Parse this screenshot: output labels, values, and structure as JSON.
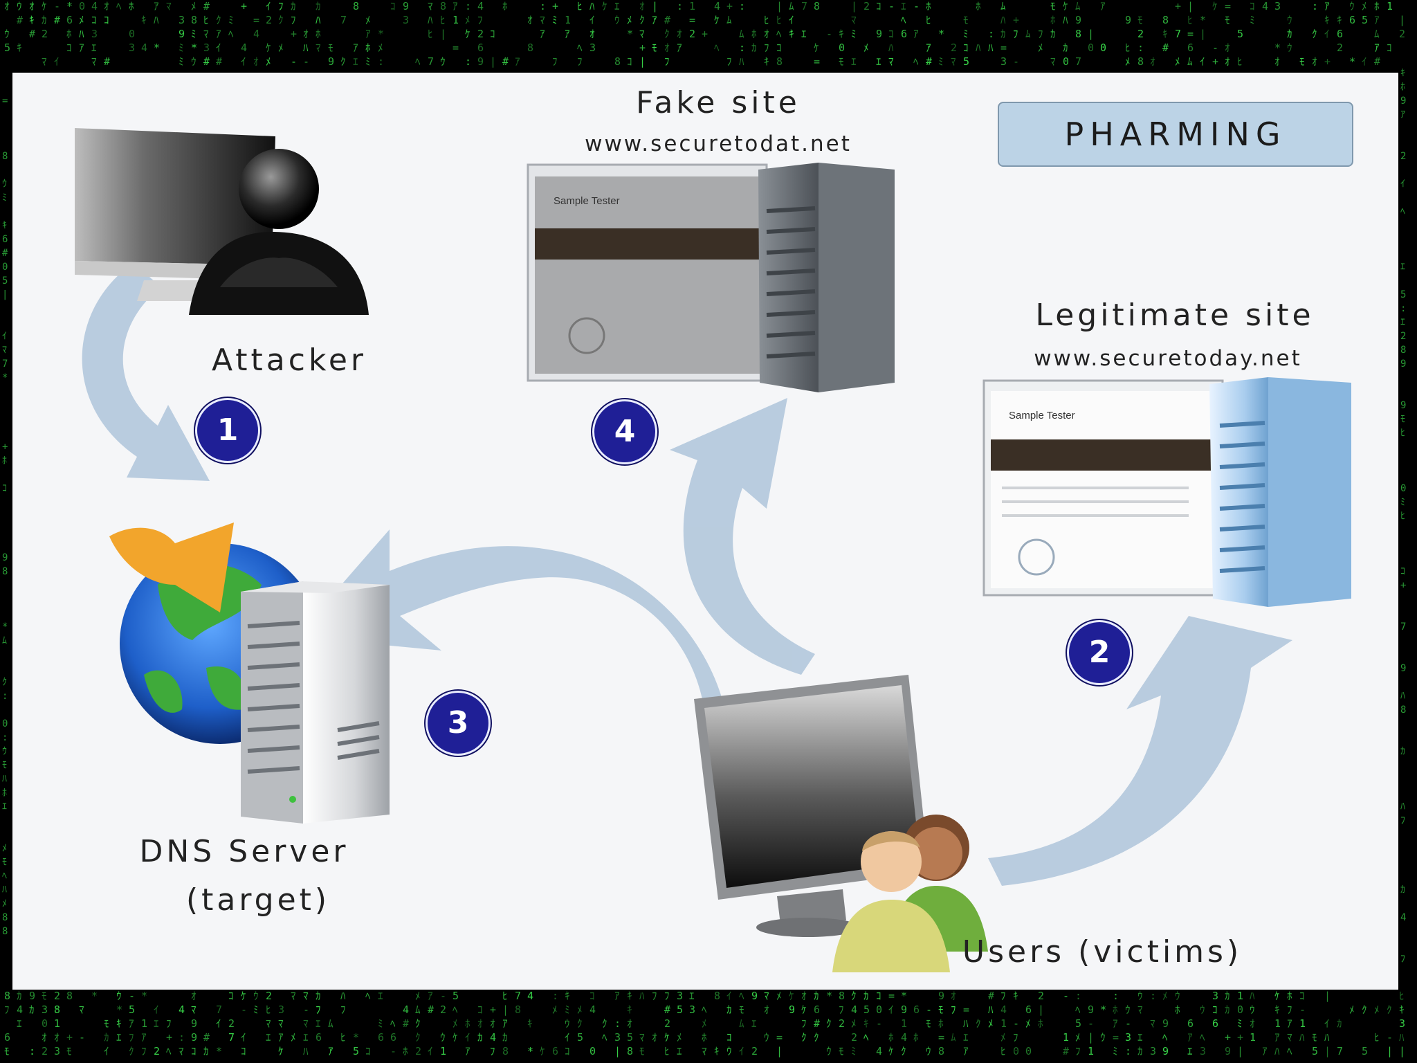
{
  "title": "PHARMING",
  "nodes": {
    "attacker": {
      "label": "Attacker"
    },
    "dns": {
      "label_line1": "DNS Server",
      "label_line2": "(target)"
    },
    "fake_site": {
      "label": "Fake site",
      "url": "www.securetodat.net",
      "page_heading": "Sample Tester"
    },
    "legit_site": {
      "label": "Legitimate site",
      "url": "www.securetoday.net",
      "page_heading": "Sample Tester"
    },
    "users": {
      "label": "Users (victims)"
    }
  },
  "steps": [
    "1",
    "2",
    "3",
    "4"
  ],
  "colors": {
    "arrow": "#b3c8dc",
    "badge": "#1f1f96",
    "title_box": "#bcd3e6",
    "matrix_green": "#39d84a",
    "panel": "#f5f6f8"
  },
  "icons": [
    "attacker-icon",
    "globe-icon",
    "dns-server-icon",
    "fake-server-icon",
    "legit-server-icon",
    "monitor-icon",
    "users-icon"
  ]
}
